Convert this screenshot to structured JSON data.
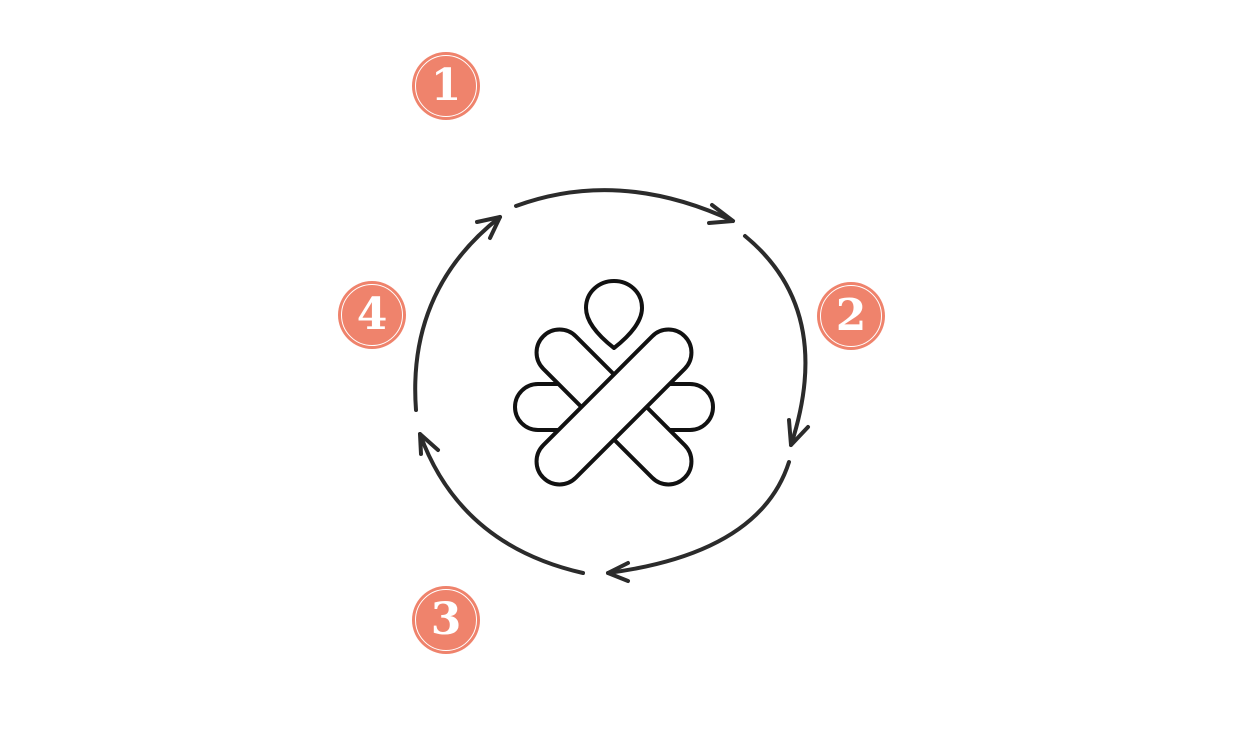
{
  "diagram": {
    "type": "cycle",
    "direction": "clockwise",
    "center_icon": "crossed-petals-logo-icon",
    "accent_color": "#ef836c",
    "stroke_color": "#2b2b2b",
    "steps": [
      {
        "number": "1"
      },
      {
        "number": "2"
      },
      {
        "number": "3"
      },
      {
        "number": "4"
      }
    ]
  }
}
